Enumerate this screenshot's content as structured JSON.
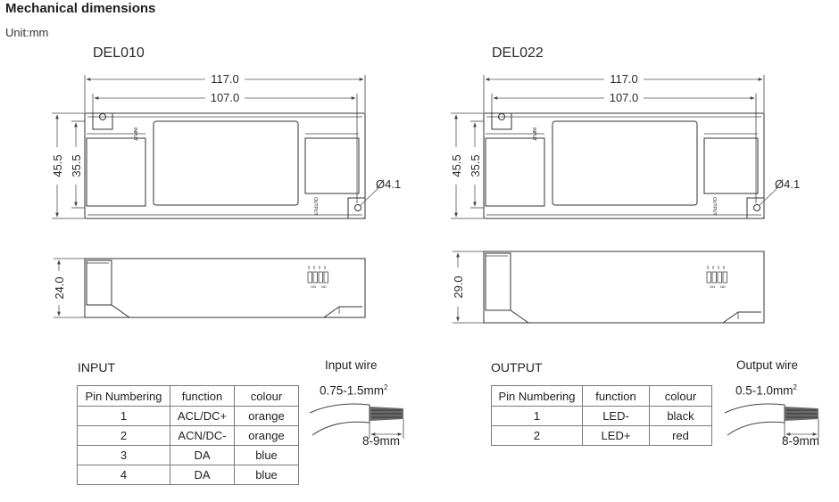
{
  "section_title": "Mechanical dimensions",
  "unit_label": "Unit:mm",
  "models": [
    {
      "name": "DEL010",
      "dims": {
        "length_outer": "117.0",
        "length_inner": "107.0",
        "height_outer": "45.5",
        "height_inner": "35.5",
        "hole": "Ø4.1",
        "thickness": "24.0"
      },
      "port_in": "INPUT",
      "port_out": "OUTPUT"
    },
    {
      "name": "DEL022",
      "dims": {
        "length_outer": "117.0",
        "length_inner": "107.0",
        "height_outer": "45.5",
        "height_inner": "35.5",
        "hole": "Ø4.1",
        "thickness": "29.0"
      },
      "port_in": "INPUT",
      "port_out": "OUTPUT"
    }
  ],
  "input": {
    "label": "INPUT",
    "headers": [
      "Pin Numbering",
      "function",
      "colour"
    ],
    "rows": [
      [
        "1",
        "ACL/DC+",
        "orange"
      ],
      [
        "2",
        "ACN/DC-",
        "orange"
      ],
      [
        "3",
        "DA",
        "blue"
      ],
      [
        "4",
        "DA",
        "blue"
      ]
    ],
    "wire_title": "Input wire",
    "wire_gauge": "0.75-1.5mm",
    "wire_gauge_sup": "2",
    "wire_strip": "8-9mm"
  },
  "output": {
    "label": "OUTPUT",
    "headers": [
      "Pin Numbering",
      "function",
      "colour"
    ],
    "rows": [
      [
        "1",
        "LED-",
        "black"
      ],
      [
        "2",
        "LED+",
        "red"
      ]
    ],
    "wire_title": "Output wire",
    "wire_gauge": "0.5-1.0mm",
    "wire_gauge_sup": "2",
    "wire_strip": "8-9mm"
  },
  "switch_labels": [
    "ON",
    "ND"
  ]
}
